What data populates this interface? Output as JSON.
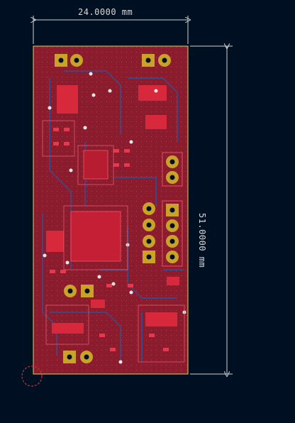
{
  "view": {
    "background": "#001023",
    "board_color": "#8b1c2e",
    "copper_color": "#d8283c",
    "trace_color": "#3a4a8a",
    "pad_color": "#c9a227",
    "dimension_color": "#cfcfcf"
  },
  "dimensions": {
    "width_label": "24.0000 mm",
    "height_label": "51.0000 mm"
  },
  "components": {
    "connectors": [
      {
        "id": "top-left-header",
        "pins": 2
      },
      {
        "id": "top-right-header",
        "pins": 2
      },
      {
        "id": "right-small-header",
        "pins": 2
      },
      {
        "id": "right-double-header",
        "pins": 8
      },
      {
        "id": "middle-header",
        "pins": 2
      },
      {
        "id": "bottom-header",
        "pins": 2
      }
    ]
  }
}
